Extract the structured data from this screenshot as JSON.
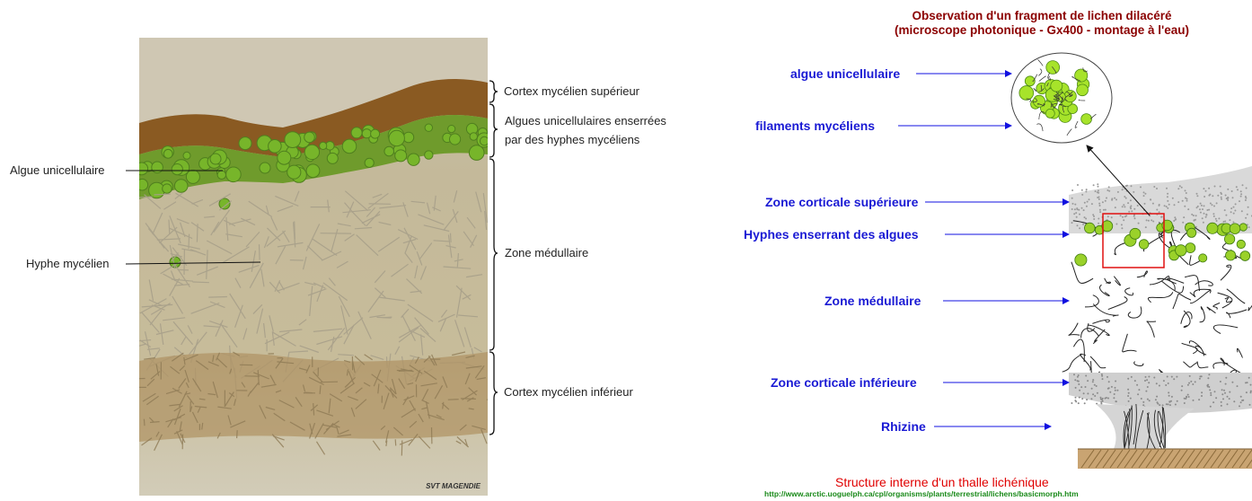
{
  "left_panel": {
    "photo_labels": {
      "algue": "Algue unicellulaire",
      "hyphe": "Hyphe mycélien"
    },
    "bracket_labels": {
      "cortex_sup": "Cortex mycélien supérieur",
      "algues_line1": "Algues unicellulaires enserrées",
      "algues_line2": "par des hyphes mycéliens",
      "zone_med": "Zone médullaire",
      "cortex_inf": "Cortex mycélien inférieur"
    },
    "credit": "SVT MAGENDIE"
  },
  "right_panel": {
    "title_line1": "Observation d'un fragment de lichen dilacéré",
    "title_line2": "(microscope photonique - Gx400 - montage à l'eau)",
    "labels": {
      "algue": "algue unicellulaire",
      "filaments": "filaments mycéliens",
      "zone_cort_sup": "Zone corticale supérieure",
      "hyphes": "Hyphes enserrant des algues",
      "zone_med": "Zone médullaire",
      "zone_cort_inf": "Zone corticale inférieure",
      "rhizine": "Rhizine"
    },
    "caption": "Structure interne d'un thalle lichénique",
    "source_url": "http://www.arctic.uoguelph.ca/cpl/organisms/plants/terrestrial/lichens/basicmorph.htm"
  },
  "colors": {
    "title": "#8b0000",
    "labels_blue": "#1a1ad4",
    "caption_red": "#e00000",
    "url_green": "#1a8a1a",
    "algae_green": "#7cc22a"
  }
}
